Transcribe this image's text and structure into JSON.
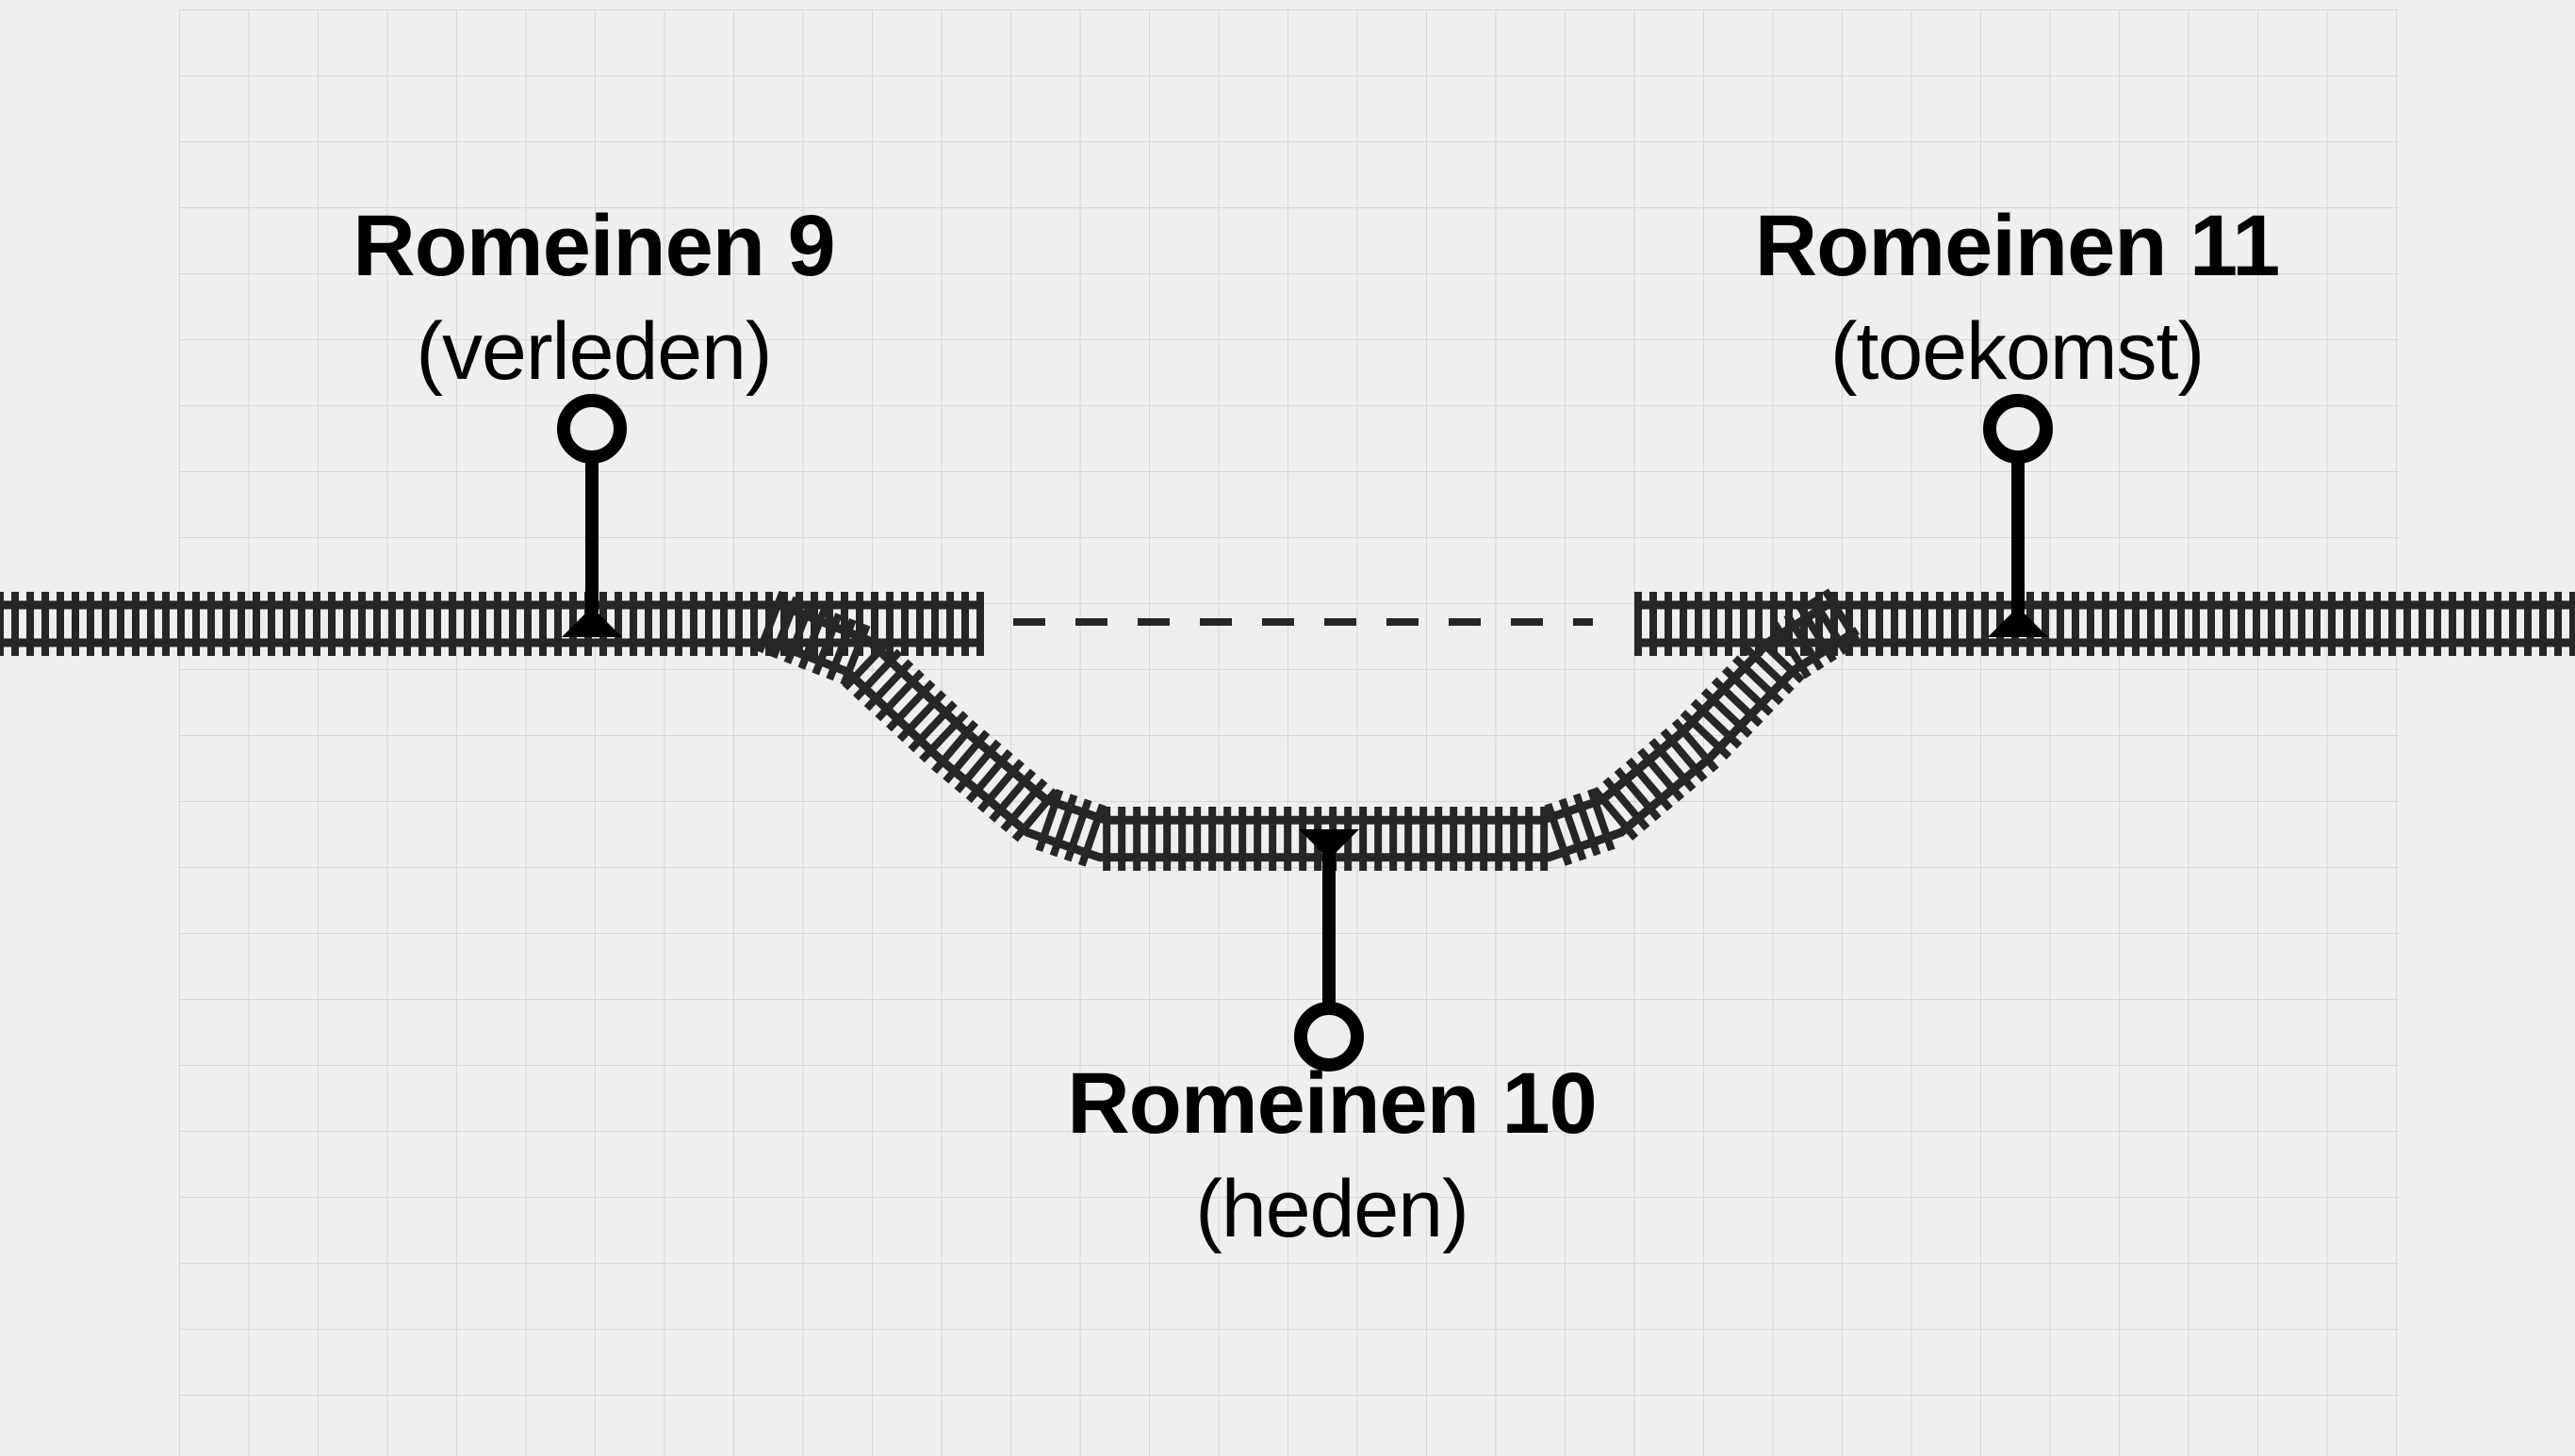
{
  "stations": [
    {
      "id": "r9",
      "title": "Romeinen 9",
      "subtitle": "(verleden)"
    },
    {
      "id": "r10",
      "title": "Romeinen 10",
      "subtitle": "(heden)"
    },
    {
      "id": "r11",
      "title": "Romeinen 11",
      "subtitle": "(toekomst)"
    }
  ],
  "colors": {
    "background": "#efefef",
    "grid": "#d9d9d9",
    "track": "#262626",
    "marker": "#000000"
  }
}
